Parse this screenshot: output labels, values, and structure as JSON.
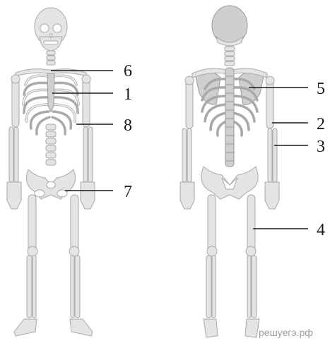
{
  "labels": {
    "l6": "6",
    "l1": "1",
    "l8": "8",
    "l7": "7",
    "l5": "5",
    "l2": "2",
    "l3": "3",
    "l4": "4"
  },
  "watermark": "решуегэ.рф",
  "colors": {
    "bone": "#e4e4e4",
    "outline": "#a9a9a9",
    "leader": "#1a1a1a"
  }
}
